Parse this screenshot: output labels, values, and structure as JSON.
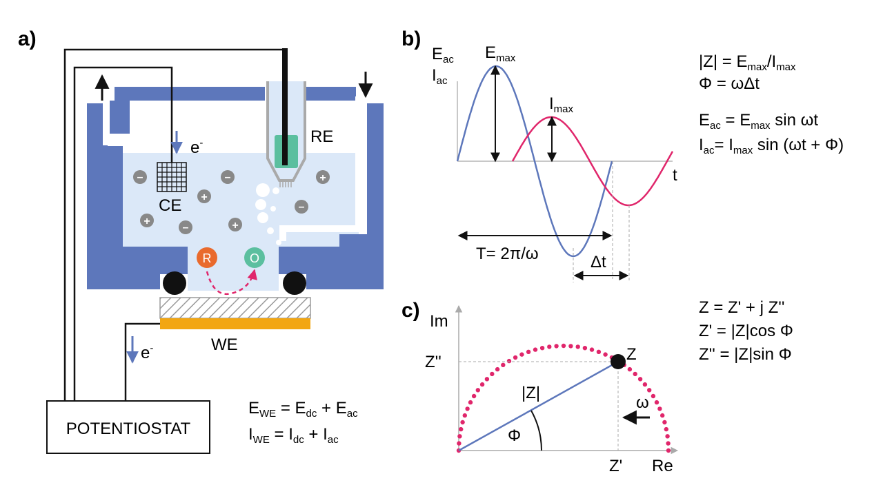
{
  "panels": {
    "a": "a)",
    "b": "b)",
    "c": "c)"
  },
  "cell": {
    "ce_label": "CE",
    "re_label": "RE",
    "we_label": "WE",
    "potentiostat_label": "POTENTIOSTAT",
    "electron_top": {
      "main": "e",
      "sup": "-"
    },
    "electron_bottom": {
      "main": "e",
      "sup": "-"
    },
    "species_r": "R",
    "species_o": "O",
    "ion_minus": "–",
    "ion_plus": "+",
    "eq_e": {
      "lhs": "E",
      "lhs_sub": "WE",
      "mid": " = E",
      "mid_sub": "dc",
      "rest": " + E",
      "rest_sub": "ac"
    },
    "eq_i": {
      "lhs": "I",
      "lhs_sub": "WE",
      "mid": " = I",
      "mid_sub": "dc",
      "rest": " + I",
      "rest_sub": "ac"
    },
    "colors": {
      "cell_body": "#5d77bb",
      "electrolyte": "#dbe8f8",
      "we_metal": "#f2a612",
      "re_frit": "#5bbf9f",
      "species_r": "#e96a2d",
      "species_o": "#5bbf9f",
      "arrow_e": "#5d77bb",
      "redox_arrow": "#e0266b"
    }
  },
  "waveform": {
    "y_label_e": {
      "main": "E",
      "sub": "ac"
    },
    "y_label_i": {
      "main": "I",
      "sub": "ac"
    },
    "x_label": "t",
    "emax": {
      "main": "E",
      "sub": "max"
    },
    "imax": {
      "main": "I",
      "sub": "max"
    },
    "period_label": "T= 2π/ω",
    "dt_label": "Δt",
    "colors": {
      "e_wave": "#5d77bb",
      "i_wave": "#e0266b"
    },
    "eq1": {
      "a": "|Z| = E",
      "a_sub": "max",
      "b": "/I",
      "b_sub": "max"
    },
    "eq2": "Φ = ωΔt",
    "eq3": {
      "a": "E",
      "a_sub": "ac",
      "b": " = E",
      "b_sub": "max",
      "c": " sin ωt"
    },
    "eq4": {
      "a": "I",
      "a_sub": "ac",
      "b": "= I",
      "b_sub": "max",
      "c": " sin (ωt + Φ)"
    }
  },
  "nyquist": {
    "y_axis": "Im",
    "x_axis": "Re",
    "z_point": "Z",
    "z_im": "Z''",
    "z_re": "Z'",
    "magnitude": "|Z|",
    "phase": "Φ",
    "omega": "ω",
    "eq1": "Z = Z' + j Z''",
    "eq2": "Z' = |Z|cos Φ",
    "eq3": "Z'' = |Z|sin Φ",
    "colors": {
      "arc": "#e0266b",
      "vector": "#5d77bb"
    }
  }
}
